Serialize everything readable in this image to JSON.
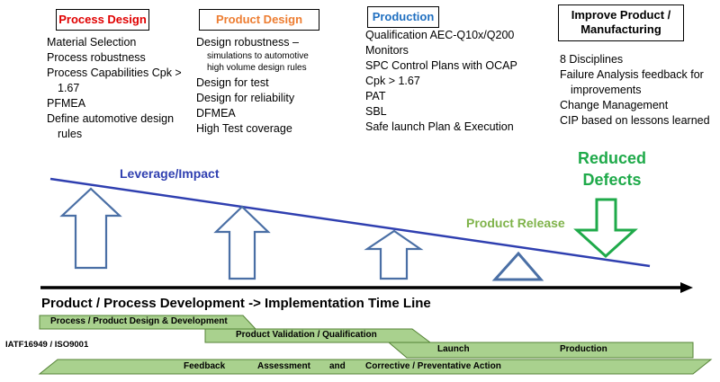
{
  "columns": [
    {
      "header": "Process Design",
      "color": "#e00000",
      "items": [
        "Material Selection",
        "Process robustness",
        "Process Capabilities Cpk >",
        "1.67",
        "PFMEA",
        "Define automotive design",
        "rules"
      ]
    },
    {
      "header": "Product Design",
      "color": "#ed7d31",
      "items": [
        "Design robustness –",
        "simulations  to automotive",
        "high volume design rules",
        "Design for test",
        "Design for reliability",
        "DFMEA",
        "High Test coverage"
      ]
    },
    {
      "header": "Production",
      "color": "#1f6fc0",
      "items": [
        "Qualification AEC-Q10x/Q200",
        "Monitors",
        "SPC Control Plans with OCAP",
        "Cpk > 1.67",
        "PAT",
        "SBL",
        "Safe launch Plan & Execution"
      ]
    },
    {
      "header_line1": "Improve Product /",
      "header_line2": "Manufacturing",
      "color": "#000000",
      "items": [
        "8 Disciplines",
        "Failure Analysis feedback for",
        "improvements",
        "Change Management",
        "CIP based on lessons learned"
      ]
    }
  ],
  "diagram": {
    "leverage_label": "Leverage/Impact",
    "leverage_color": "#2f3fb0",
    "reduced_defects_line1": "Reduced",
    "reduced_defects_line2": "Defects",
    "reduced_color": "#1faa4a",
    "product_release_label": "Product Release",
    "product_release_color": "#7fb34a",
    "timeline_label": "Product / Process Development  ->  Implementation Time Line",
    "standard_label": "IATF16949 / ISO9001",
    "arrow_color": "#4a6fa5"
  },
  "bands": {
    "design_dev": "Process / Product Design & Development",
    "validation": "Product Validation / Qualification",
    "launch": "Launch",
    "production": "Production",
    "feedback": "Feedback",
    "assessment": "Assessment",
    "and": "and",
    "corrective": "Corrective / Preventative Action",
    "fill": "#a9d18e",
    "stroke": "#548235"
  }
}
